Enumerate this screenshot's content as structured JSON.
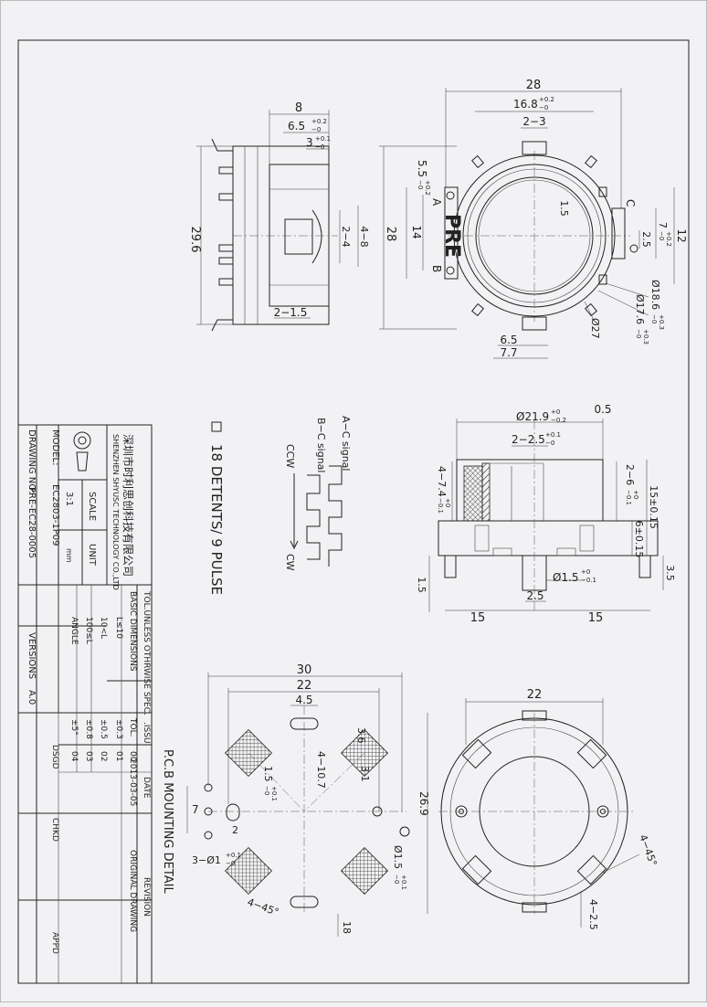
{
  "side_view": {
    "dims": {
      "top_w": "8",
      "top_tol": "6.5",
      "top_tol_sup": "+0.2",
      "top_tol_sub": "−0",
      "small": "3",
      "small_sup": "+0.1",
      "small_sub": "−0",
      "height": "29.6",
      "mid": "2−4",
      "mid2": "4−8",
      "bottom": "2−1.5"
    }
  },
  "top_view": {
    "dims": {
      "w28": "28",
      "w168": "16.8",
      "w168_sup": "+0.2",
      "w168_sub": "−0",
      "w23": "2−3",
      "h55": "5.5",
      "h55_sup": "+0.2",
      "h55_sub": "−0",
      "h14": "14",
      "h28": "28",
      "h15": "1.5",
      "h25": "2.5",
      "h7": "7",
      "h7_sup": "+0.2",
      "h7_sub": "−0",
      "h12": "12",
      "d186": "Ø18.6",
      "d186_sup": "+0.3",
      "d186_sub": "−0",
      "d176": "Ø17.6",
      "d176_sup": "+0.3",
      "d176_sub": "−0",
      "d27": "Ø27",
      "w65": "6.5",
      "w77": "7.7"
    },
    "labels": {
      "a": "A",
      "b": "B",
      "c": "C",
      "brand": "PRE"
    }
  },
  "signal": {
    "ac": "A−C signal",
    "bc": "B−C signal",
    "ccw": "CCW",
    "cw": "CW"
  },
  "detents": "18 DETENTS/ 9 PULSE",
  "section_view": {
    "dims": {
      "d219": "Ø21.9",
      "d219_sup": "+0",
      "d219_sub": "−0.2",
      "d05": "0.5",
      "d225": "2−2.5",
      "d225_sup": "+0.1",
      "d225_sub": "−0",
      "d474": "4−7.4",
      "d474_sup": "+0",
      "d474_sub": "−0.1",
      "d26": "2−6",
      "d26_sup": "+0",
      "d26_sub": "−0.1",
      "d15": "15±0.15",
      "d6": "6±0.15",
      "d35": "3.5",
      "d15b": "Ø1.5",
      "d15b_sup": "+0",
      "d15b_sub": "−0.1",
      "d15c": "1.5",
      "d25": "2.5",
      "w15a": "15",
      "w15b": "15"
    }
  },
  "pcb": {
    "title": "P.C.B MOUNTING DETAIL",
    "dims": {
      "w30": "30",
      "w22": "22",
      "w45": "4.5",
      "d36": "3.6",
      "d31": "3.1",
      "d15": "1.5",
      "d15_sup": "+0.1",
      "d15_sub": "−0",
      "d4107": "4−10.7",
      "d7": "7",
      "d2": "2",
      "d269": "26.9",
      "d3": "3−Ø1",
      "d3_sup": "+0.1",
      "d3_sub": "−0",
      "d15h": "Ø1.5",
      "d15h_sup": "+0.1",
      "d15h_sub": "−0",
      "d445": "4−45°",
      "d18": "18"
    }
  },
  "bottom_view": {
    "dims": {
      "w22": "22",
      "d445": "4−45°",
      "d425": "4−2.5"
    }
  },
  "title_block": {
    "company_cn": "深圳市时利思创科技有限公司",
    "company_en": "SHENZHEN SHYUSC TECHNOLOGY CO.,LTD",
    "scale_label": "SCALE",
    "scale_value": "3:1",
    "unit_label": "UNIT",
    "unit_value": "mm",
    "model_label": "MODEL:",
    "model_value": "EC2803-1P09",
    "drawing_label": "DRAWING NO:",
    "drawing_value": "PRE-EC28-0005",
    "version_label": "VERSIONS",
    "version_value": "A.0",
    "tol_header": "TOL.UNLESS OTHRWISE SPEC.",
    "basic_dims": "BASIC DIMENSIONS",
    "tol_label": "TOL.",
    "rows": [
      {
        "range": "L≤10",
        "tol": "±0.3"
      },
      {
        "range": "10<L",
        "tol": "±0.5"
      },
      {
        "range": "100≤L",
        "tol": "±0.8"
      },
      {
        "range": "ANGLE",
        "tol": "±5°"
      }
    ],
    "issu_label": ".ISSU.",
    "issues": [
      "00",
      "01",
      "02",
      "03",
      "04"
    ],
    "date_label": "DATE",
    "date_value": "2013-03-05",
    "revision_label": "REVISION",
    "revision_value": "ORIGINAL DRAWING",
    "dsgd": "DSGD",
    "chkd": "CHKD",
    "appd": "APPD"
  }
}
